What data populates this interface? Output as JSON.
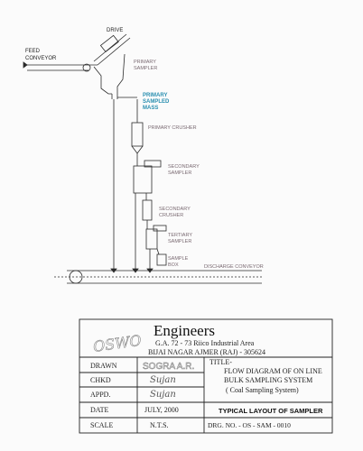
{
  "diagram": {
    "labels": {
      "drive": "DRIVE",
      "feed_conveyor_line1": "FEED",
      "feed_conveyor_line2": "CONVEYOR",
      "primary_sampler_line1": "PRIMARY",
      "primary_sampler_line2": "SAMPLER",
      "primary_sampled_mass_line1": "PRIMARY",
      "primary_sampled_mass_line2": "SAMPLED",
      "primary_sampled_mass_line3": "MASS",
      "primary_crusher": "PRIMARY CRUSHER",
      "secondary_sampler_line1": "SECONDARY",
      "secondary_sampler_line2": "SAMPLER",
      "secondary_crusher_line1": "SECONDARY",
      "secondary_crusher_line2": "CRUSHER",
      "tertiary_sampler_line1": "TERTIARY",
      "tertiary_sampler_line2": "SAMPLER",
      "sample_box_line1": "SAMPLE",
      "sample_box_line2": "BOX",
      "discharge_conveyor": "DISCHARGE CONVEYOR"
    },
    "colors": {
      "line": "#2b2b2b",
      "label": "#7a6a72",
      "highlight": "#2a8fb0"
    }
  },
  "title_block": {
    "company": "Engineers",
    "stamp": "OSWO",
    "address_line1": "G.A. 72 - 73 Riico Industrial Area",
    "address_line2": "BIJAI NAGAR AJMER (RAJ) - 305624",
    "rows": [
      {
        "label": "DRAWN",
        "value": "SOGRA A.R."
      },
      {
        "label": "CHKD",
        "value": "Sujan"
      },
      {
        "label": "APPD.",
        "value": "Sujan"
      },
      {
        "label": "DATE",
        "value": "JULY, 2000"
      },
      {
        "label": "SCALE",
        "value": "N.T.S."
      }
    ],
    "title_label": "TITLE-",
    "title_line1": "FLOW DIAGRAM OF ON LINE",
    "title_line2": "BULK SAMPLING SYSTEM",
    "title_line3": "( Coal Sampling System)",
    "layout_title": "TYPICAL LAYOUT OF SAMPLER",
    "drawing_no": "DRG. NO. - OS - SAM - 0010"
  }
}
